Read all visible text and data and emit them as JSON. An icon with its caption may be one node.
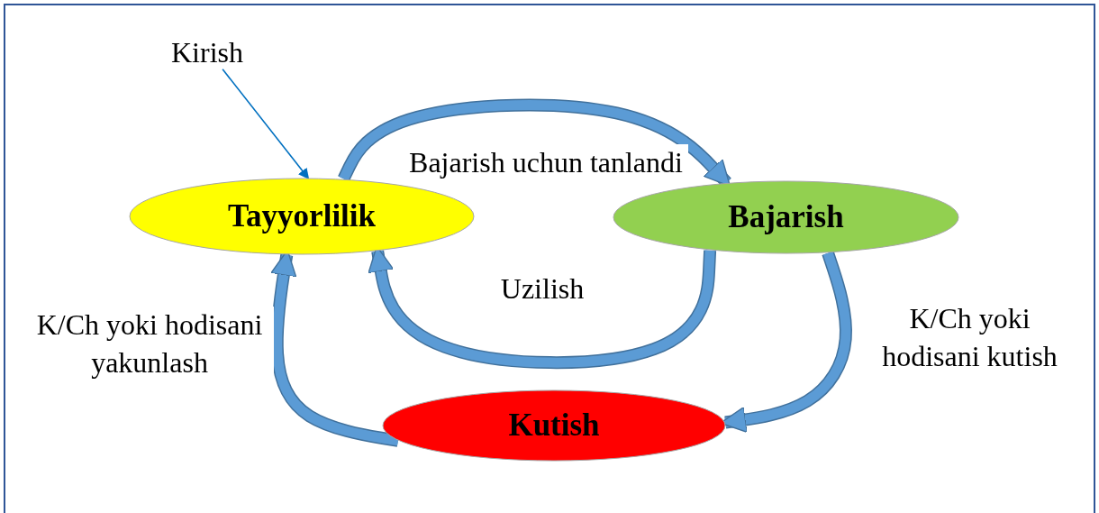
{
  "diagram": {
    "nodes": [
      {
        "text": [
          "Kirish"
        ]
      },
      {
        "text": [
          "Tayyorlilik"
        ]
      },
      {
        "text": [
          "Bajarish"
        ]
      },
      {
        "text": [
          "Kutish"
        ]
      }
    ],
    "edges": [
      {
        "from": 0,
        "to": 1,
        "arrow": "to",
        "color": "#0070c0"
      },
      {
        "from": 1,
        "to": 2,
        "arrow": "to",
        "label": "Bajarish uchun tanlandi"
      },
      {
        "from": 2,
        "to": 1,
        "arrow": "to",
        "label": "Uzilish"
      },
      {
        "from": 2,
        "to": 3,
        "arrow": "to",
        "label": "K/Ch yoki hodisani kutish"
      },
      {
        "from": 3,
        "to": 1,
        "arrow": "to",
        "label": "K/Ch yoki hodisani yakunlash"
      }
    ]
  }
}
